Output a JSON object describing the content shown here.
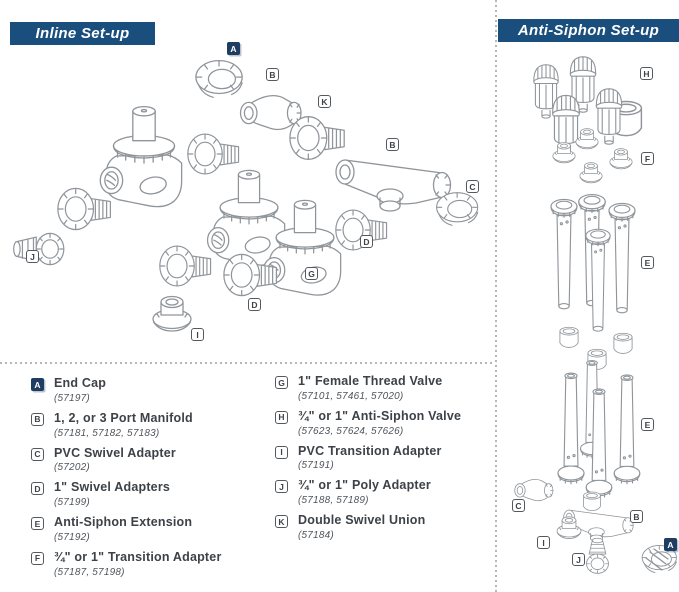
{
  "headers": {
    "inline": "Inline Set-up",
    "anti_siphon": "Anti-Siphon Set-up"
  },
  "colors": {
    "header_bg": "#1A4E7C",
    "badge_filled_bg": "#1F3D63",
    "badge_outline_border": "#55595E",
    "line_art": "#8F959A",
    "divider": "#B4B7BA",
    "text_dark": "#3C4247",
    "text_sku": "#4F555B"
  },
  "inline_diagram": {
    "badges": [
      {
        "letter": "A",
        "style": "filled"
      },
      {
        "letter": "B",
        "style": "outline"
      },
      {
        "letter": "K",
        "style": "outline"
      },
      {
        "letter": "B",
        "style": "outline"
      },
      {
        "letter": "C",
        "style": "outline"
      },
      {
        "letter": "D",
        "style": "outline"
      },
      {
        "letter": "G",
        "style": "outline"
      },
      {
        "letter": "D",
        "style": "outline"
      },
      {
        "letter": "I",
        "style": "outline"
      },
      {
        "letter": "J",
        "style": "outline"
      }
    ]
  },
  "anti_siphon_diagram": {
    "badges": [
      {
        "letter": "H",
        "style": "outline"
      },
      {
        "letter": "F",
        "style": "outline"
      },
      {
        "letter": "E",
        "style": "outline"
      },
      {
        "letter": "E",
        "style": "outline"
      },
      {
        "letter": "C",
        "style": "outline"
      },
      {
        "letter": "B",
        "style": "outline"
      },
      {
        "letter": "I",
        "style": "outline"
      },
      {
        "letter": "J",
        "style": "outline"
      },
      {
        "letter": "A",
        "style": "filled"
      }
    ]
  },
  "legend": {
    "column1": [
      {
        "letter": "A",
        "style": "filled",
        "name": "End Cap",
        "part_numbers": "(57197)"
      },
      {
        "letter": "B",
        "style": "outline",
        "name": "1, 2, or 3 Port Manifold",
        "part_numbers": "(57181, 57182, 57183)"
      },
      {
        "letter": "C",
        "style": "outline",
        "name": "PVC Swivel Adapter",
        "part_numbers": "(57202)"
      },
      {
        "letter": "D",
        "style": "outline",
        "name": "1\" Swivel Adapters",
        "part_numbers": "(57199)"
      },
      {
        "letter": "E",
        "style": "outline",
        "name": "Anti-Siphon Extension",
        "part_numbers": "(57192)"
      },
      {
        "letter": "F",
        "style": "outline",
        "name": "¾\" or 1\" Transition Adapter",
        "part_numbers": "(57187, 57198)"
      }
    ],
    "column2": [
      {
        "letter": "G",
        "style": "outline",
        "name": "1\" Female Thread Valve",
        "part_numbers": "(57101, 57461, 57020)"
      },
      {
        "letter": "H",
        "style": "outline",
        "name": "¾\" or 1\" Anti-Siphon Valve",
        "part_numbers": "(57623, 57624, 57626)"
      },
      {
        "letter": "I",
        "style": "outline",
        "name": "PVC Transition Adapter",
        "part_numbers": "(57191)"
      },
      {
        "letter": "J",
        "style": "outline",
        "name": "¾\" or 1\" Poly Adapter",
        "part_numbers": "(57188, 57189)"
      },
      {
        "letter": "K",
        "style": "outline",
        "name": "Double Swivel Union",
        "part_numbers": "(57184)"
      }
    ]
  }
}
